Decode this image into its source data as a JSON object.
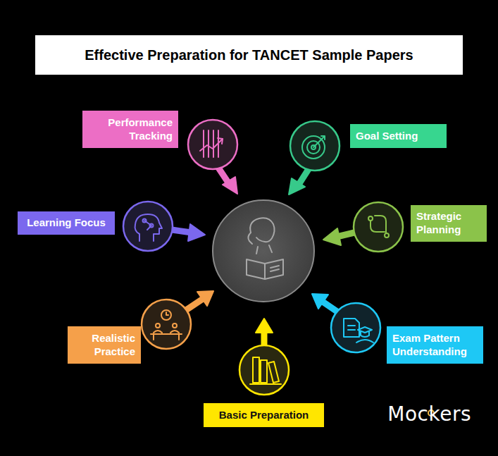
{
  "diagram": {
    "title": "Effective Preparation for TANCET Sample Papers",
    "nodes": [
      {
        "text": [
          "Performance Tracking"
        ]
      },
      {
        "text": [
          "Goal Setting"
        ]
      },
      {
        "text": [
          "Learning Focus"
        ]
      },
      {
        "text": [
          "Strategic Planning"
        ]
      },
      {
        "text": [
          "Realistic Practice"
        ]
      },
      {
        "text": [
          "Exam Pattern Understanding"
        ]
      },
      {
        "text": [
          "Basic Preparation"
        ]
      }
    ],
    "labels": [
      "Mockers"
    ]
  }
}
